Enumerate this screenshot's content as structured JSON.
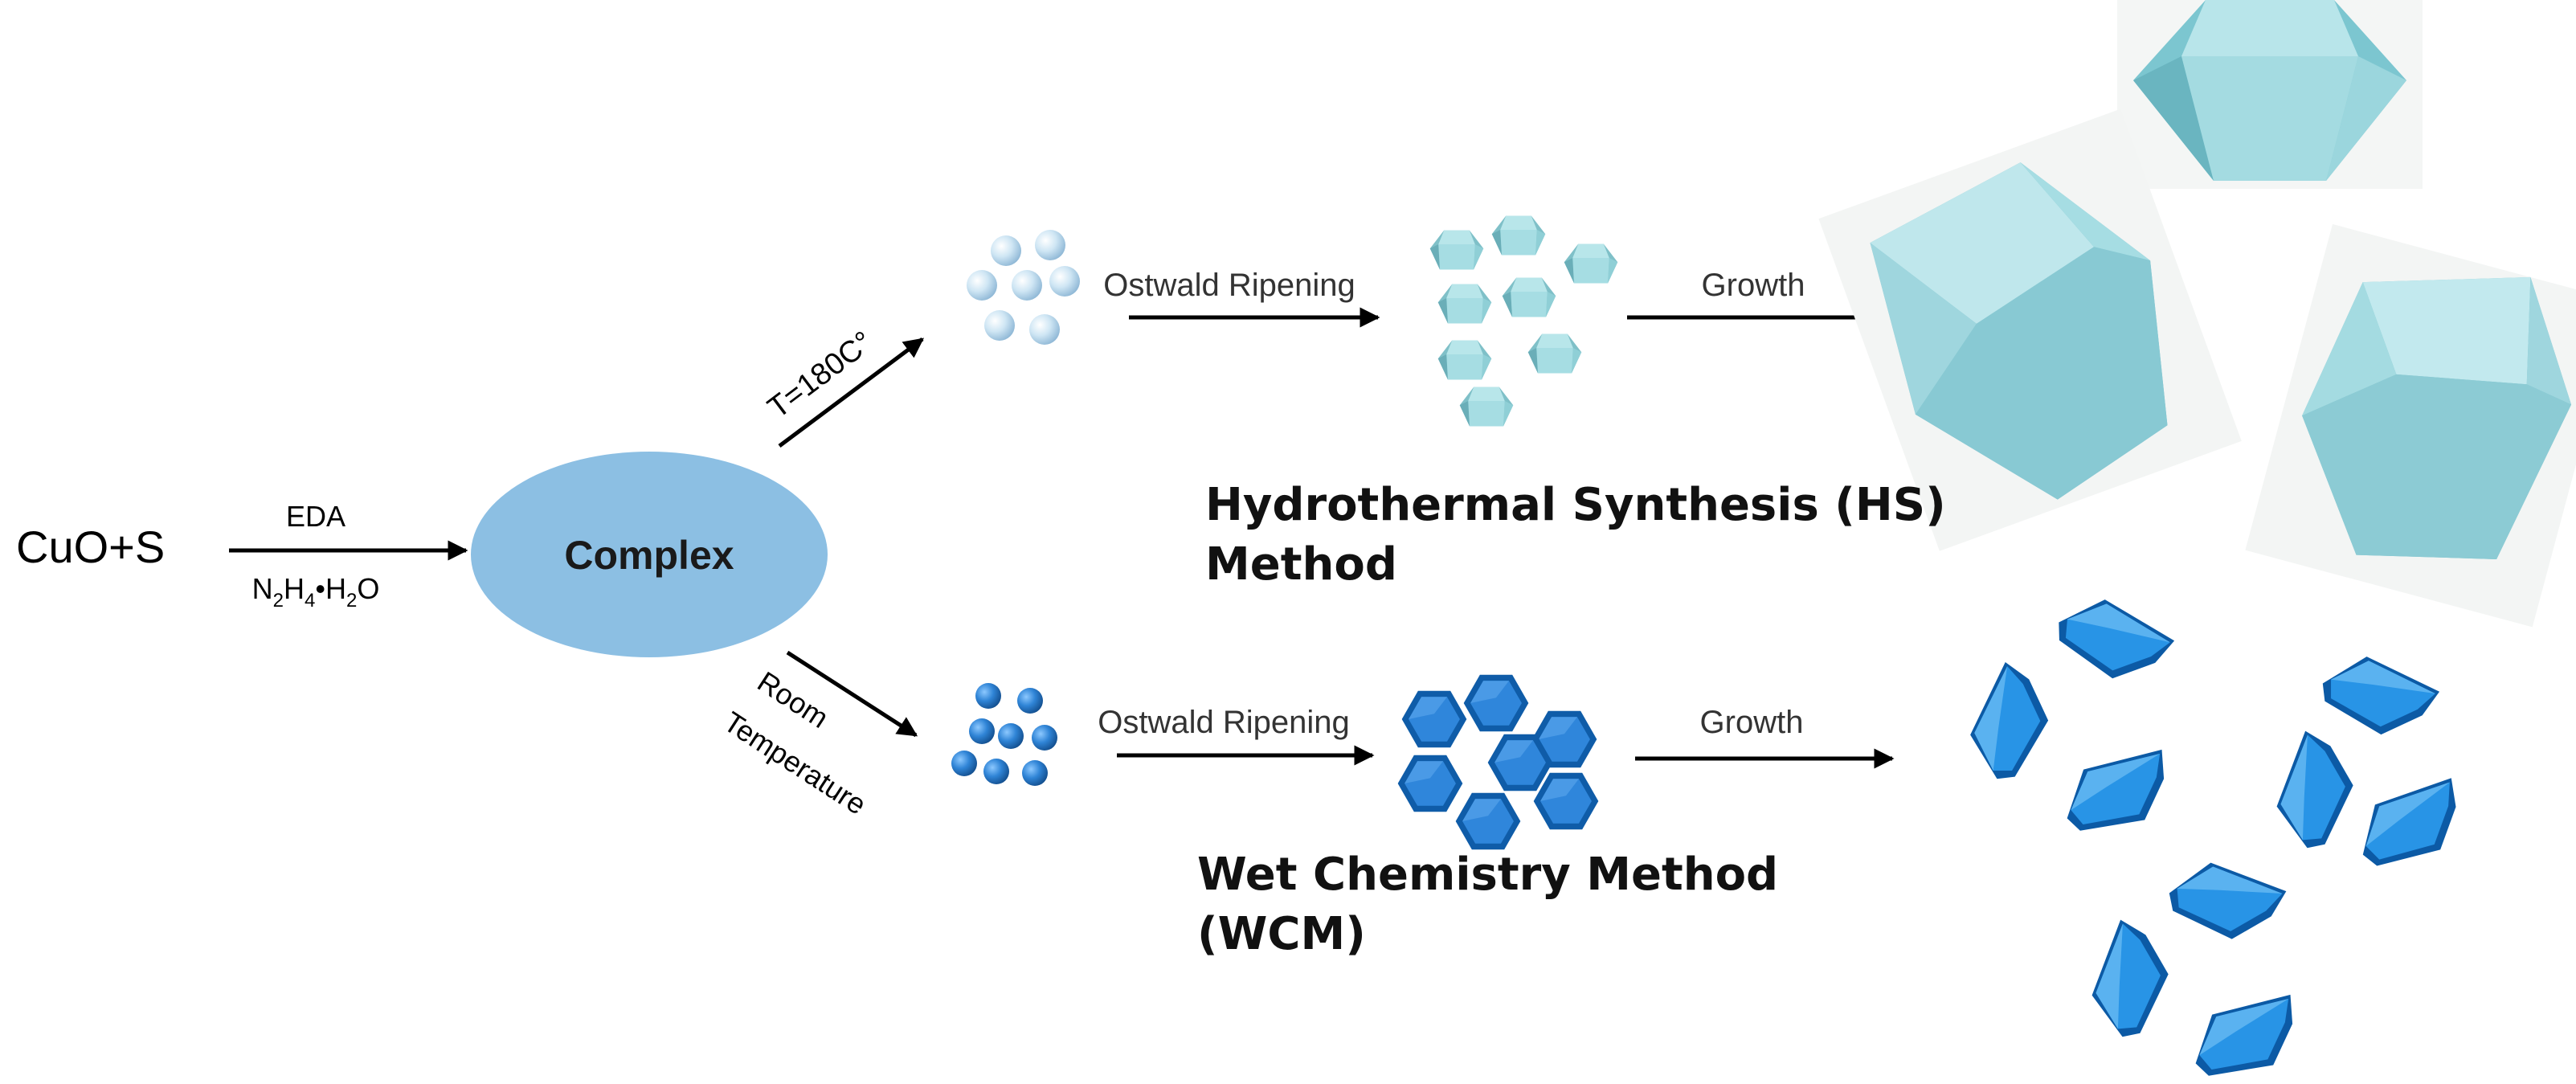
{
  "reactants": "CuO+S",
  "reagent_top": "EDA",
  "reagent_bottom": {
    "n": "N",
    "n_sub": "2",
    "h1": "H",
    "h1_sub": "4",
    "dot": "•",
    "h2": "H",
    "h2_sub": "2",
    "o": "O"
  },
  "complex": "Complex",
  "hs_branch": {
    "condition": "T=180C°",
    "step1": "Ostwald Ripening",
    "step2": "Growth",
    "caption_line1": "Hydrothermal Synthesis (HS)",
    "caption_line2": "Method",
    "color_sphere": "#c8e2f2",
    "color_crystal": "#9fd6de"
  },
  "wcm_branch": {
    "condition_line1": "Room",
    "condition_line2": "Temperature",
    "step1": "Ostwald Ripening",
    "step2": "Growth",
    "caption_line1": "Wet Chemistry Method",
    "caption_line2": "(WCM)",
    "color_sphere": "#2a7fd0",
    "color_crystal": "#1f8ad8"
  },
  "colors": {
    "ellipse": "#8cbfe3",
    "arrow": "#000000"
  }
}
